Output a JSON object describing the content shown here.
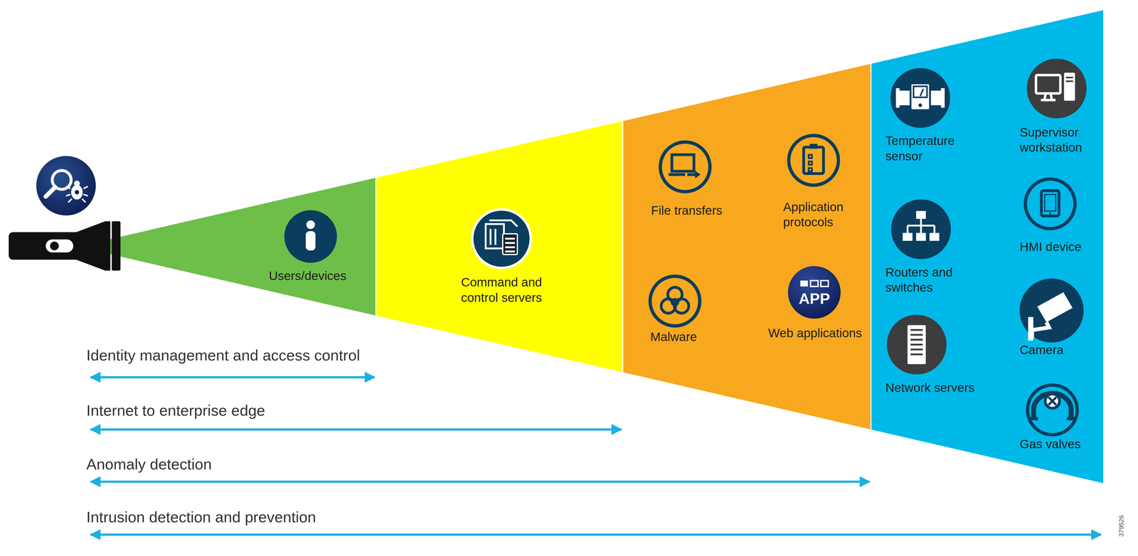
{
  "diagram": {
    "nodes": [
      {
        "text": [
          "Users/devices"
        ]
      },
      {
        "text": [
          "Command and control servers"
        ]
      },
      {
        "text": [
          "File transfers"
        ]
      },
      {
        "text": [
          "Application protocols"
        ]
      },
      {
        "text": [
          "Malware"
        ]
      },
      {
        "text": [
          "APP",
          "Web applications"
        ]
      },
      {
        "text": [
          "Temperature sensor"
        ]
      },
      {
        "text": [
          "Supervisor workstation"
        ]
      },
      {
        "text": [
          "Routers and switches"
        ]
      },
      {
        "text": [
          "HMI device"
        ]
      },
      {
        "text": [
          "Network servers"
        ]
      },
      {
        "text": [
          "Camera"
        ]
      },
      {
        "text": [
          "Gas valves"
        ]
      }
    ],
    "labels": [
      "Identity management and access control",
      "Internet to enterprise edge",
      "Anomaly detection",
      "Intrusion detection and prevention",
      "379526"
    ]
  }
}
